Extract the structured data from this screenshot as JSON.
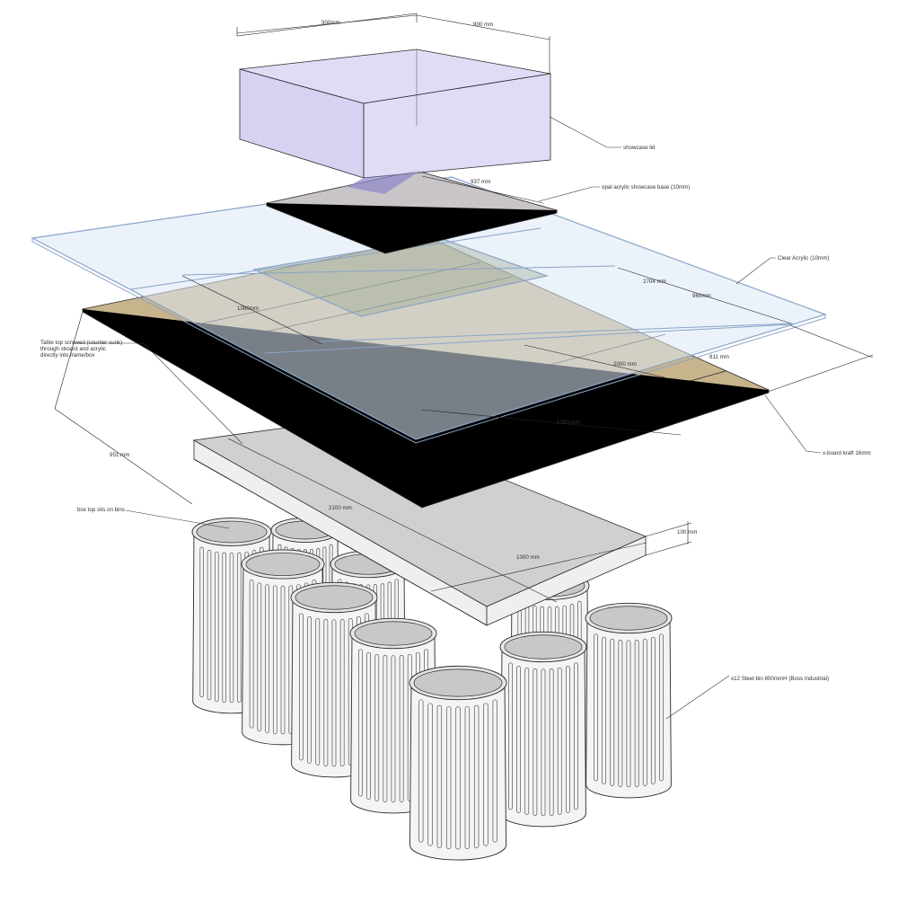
{
  "colors": {
    "showcase_lid_fill": "#d9d6f5",
    "showcase_lid_front": "#cfcaf0",
    "acrylic_fill": "#dbe7f4",
    "acrylic_edge": "#8aa4c8",
    "opal_base_fill": "#c8c4c7",
    "xboard_fill": "#c7b48d",
    "xboard_edge": "#e6d6a6",
    "box_top_fill": "#d2cfd3",
    "box_side_fill": "#efefef",
    "bin_body_fill": "#f4f4f4",
    "bin_lid_fill": "#c9c7ca",
    "line_color": "#2a2a2a"
  },
  "dimensions": {
    "lid_width": "900mm",
    "lid_depth": "900 mm",
    "opal_base": "937 mm",
    "acrylic_length": "2704 mm",
    "acrylic_width": "960mm",
    "acrylic_inner": "1080mm",
    "xboard_2000": "2000 mm",
    "xboard_811": "811 mm",
    "xboard_1700": "1700 mm",
    "xboard_951": "951 mm",
    "box_length": "2100 mm",
    "box_width": "1000 mm",
    "box_height": "100 mm"
  },
  "labels": {
    "showcase_lid": "showcase lid",
    "opal_base": "opal acrylic showcase base (10mm)",
    "clear_acrylic": "Clear Acrylic (10mm)",
    "table_top_line1": "Table top screwed (counter sunk)",
    "table_top_line2": "through xboard and acrylic",
    "table_top_line3": "directly into frame/box",
    "xboard": "x-board kraft 16mm",
    "box_top": "box top sits on bins",
    "bins": "x12 Steel bin 800mmH (Boss Industrial)"
  }
}
